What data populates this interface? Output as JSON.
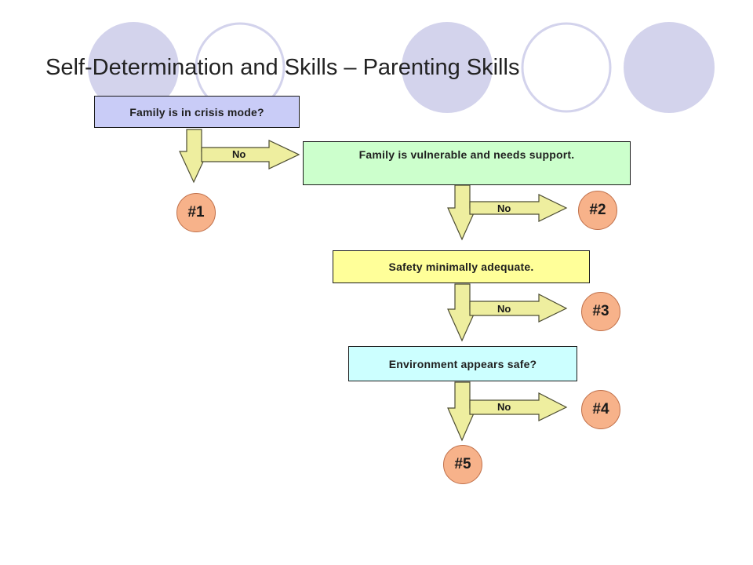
{
  "slide": {
    "title": "Self-Determination and Skills – Parenting Skills"
  },
  "flowchart": {
    "nodes": {
      "crisis": {
        "label": "Family is in crisis mode?",
        "fill": "#c9ccf7"
      },
      "vulnerable": {
        "label": "Family is vulnerable and needs support.",
        "fill": "#ccffcc"
      },
      "safety": {
        "label": "Safety minimally adequate.",
        "fill": "#ffff99"
      },
      "environment": {
        "label": "Environment appears safe?",
        "fill": "#ccffff"
      }
    },
    "outcomes": {
      "o1": "#1",
      "o2": "#2",
      "o3": "#3",
      "o4": "#4",
      "o5": "#5"
    },
    "arrow_labels": {
      "crisis_no": "No",
      "vulnerable_no": "No",
      "safety_no": "No",
      "environment_no": "No"
    }
  },
  "colors": {
    "decorative_circle_fill": "#d3d3ec",
    "decorative_circle_ring": "#d3d3ec",
    "arrow_fill": "#eeee9f",
    "arrow_stroke": "#4d4d33",
    "outcome_fill": "#f7b28a",
    "outcome_stroke": "#c0704a"
  }
}
